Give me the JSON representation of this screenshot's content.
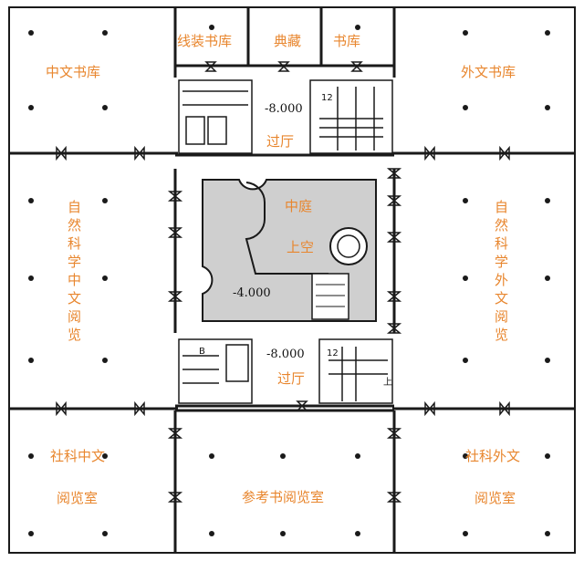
{
  "rooms": {
    "zhongwen_shuku": "中文书库",
    "xianzhuang_shuku": "线装书库",
    "dian_cang": "典藏",
    "shuku": "书库",
    "waiwen_shuku": "外文书库",
    "guoting_top": "过厅",
    "guoting_bottom": "过厅",
    "zhongting": "中庭",
    "shangkong": "上空",
    "ziran_zhongwen": "自然科学中文阅览",
    "ziran_waiwen": "自然科学外文阅览",
    "sheke_zhongwen_line1": "社科中文",
    "sheke_zhongwen_line2": "阅览室",
    "cankaoshu": "参考书阅览室",
    "sheke_waiwen_line1": "社科外文",
    "sheke_waiwen_line2": "阅览室"
  },
  "elevations": {
    "top": "-8.000",
    "bottom": "-8.000",
    "atrium": "-4.000"
  },
  "markers": {
    "stair_top_12": "12",
    "stair_bottom_12": "12",
    "up_label": "上",
    "stair_b": "B"
  },
  "colors": {
    "label": "#e8862e",
    "wall": "#1a1a1a",
    "atrium_fill": "#cfcfcf"
  }
}
